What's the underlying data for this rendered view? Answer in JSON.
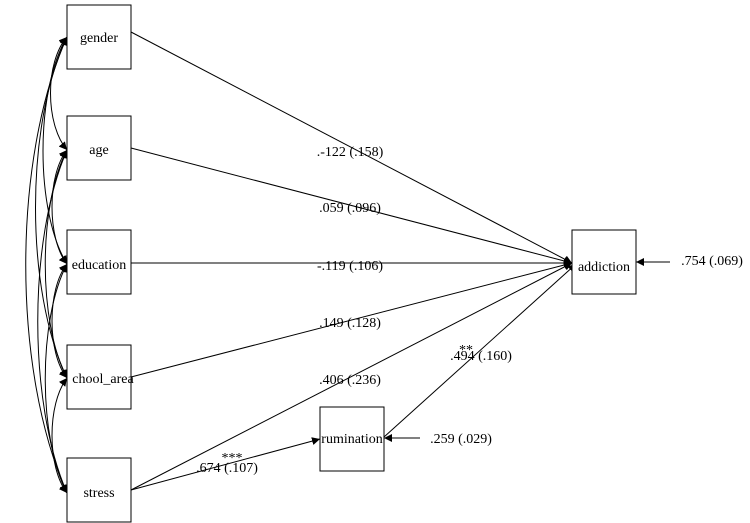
{
  "nodes": {
    "gender": "gender",
    "age": "age",
    "education": "education",
    "school_area": "chool_area",
    "stress": "stress",
    "rumination": "rumination",
    "addiction": "addiction"
  },
  "paths": {
    "gender_addiction": ".-122 (.158)",
    "age_addiction": ".059 (.096)",
    "education_addiction": "-.119 (.106)",
    "school_area_addiction": ".149 (.128)",
    "stress_addiction": ".406 (.236)",
    "stress_rumination": ".674 (.107)",
    "stress_rumination_sig": "***",
    "rumination_addiction": ".494 (.160)",
    "rumination_addiction_sig": "**"
  },
  "residuals": {
    "addiction": ".754 (.069)",
    "rumination": ".259 (.029)"
  }
}
